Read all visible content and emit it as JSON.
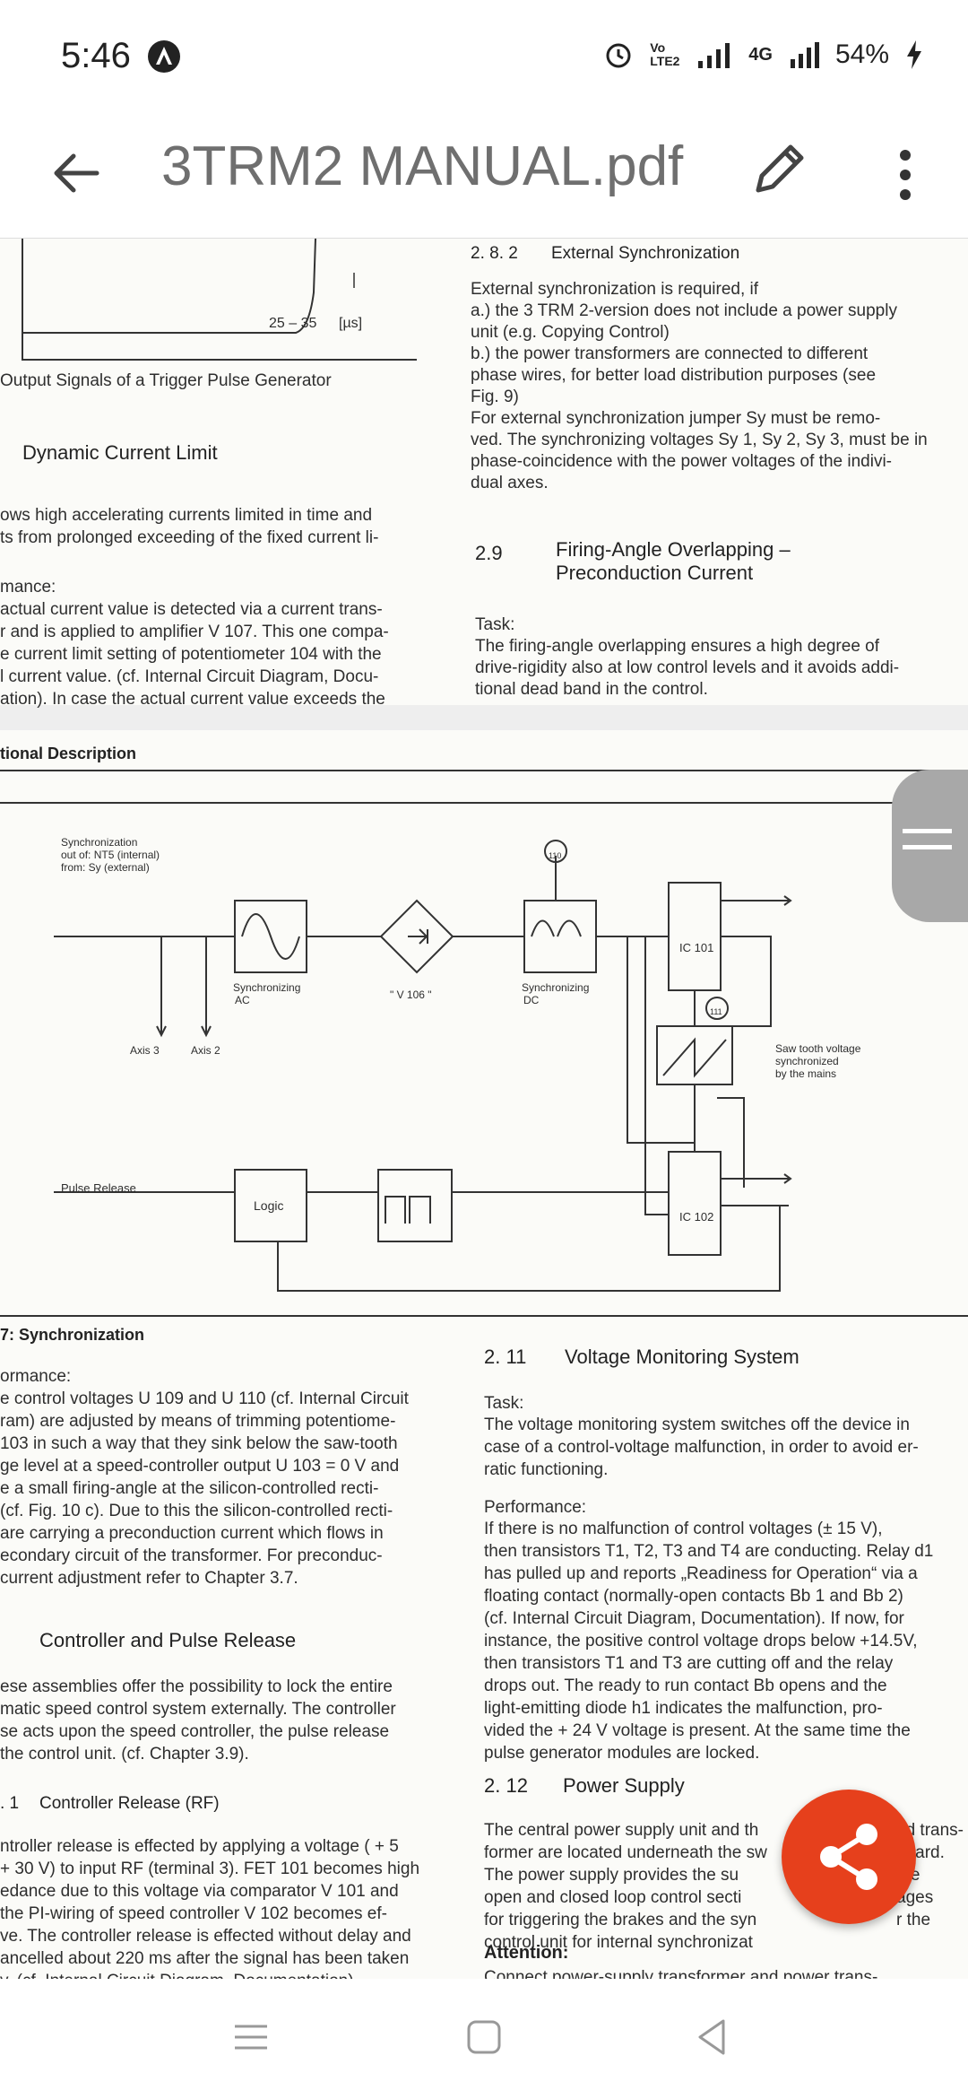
{
  "status_bar": {
    "time": "5:46",
    "signal_label": "Vo LTE2",
    "network": "4G",
    "battery": "54%"
  },
  "app_bar": {
    "title": "3TRM2 MANUAL.pdf",
    "back_icon": "arrow-left-icon",
    "edit_icon": "pencil-icon",
    "more_icon": "more-vert-icon"
  },
  "page1": {
    "left": {
      "time_label": "25 – 35",
      "time_unit": "[µs]",
      "caption": "Output Signals of a Trigger Pulse Generator",
      "heading": "Dynamic Current Limit",
      "lines": [
        "ows high accelerating currents limited in time and",
        "ts from prolonged exceeding of the fixed current li-",
        "",
        "mance:",
        "actual current value is detected via a current trans-",
        "r and is applied to amplifier V 107. This one compa-",
        "e current limit setting of potentiometer 104 with the",
        "l current value. (cf. Internal Circuit Diagram, Docu-",
        "ation). In case the actual current value exceeds the"
      ]
    },
    "right": {
      "sec_num": "2. 8. 2",
      "sec_title": "External Synchronization",
      "lines": [
        "External synchronization is required, if",
        "a.) the 3 TRM 2-version does not include a power supply",
        "    unit (e.g. Copying Control)",
        "b.) the power transformers are connected to different",
        "    phase wires, for better load distribution purposes (see",
        "    Fig. 9)",
        "  For external synchronization jumper Sy must be remo-",
        "ved. The synchronizing voltages Sy 1, Sy 2, Sy 3, must be in",
        "phase-coincidence with the power voltages of the indivi-",
        "dual axes."
      ],
      "sec2_num": "2.9",
      "sec2_title_1": "Firing-Angle Overlapping –",
      "sec2_title_2": "Preconduction Current",
      "task_label": "Task:",
      "task_lines": [
        "  The firing-angle overlapping ensures a high degree of",
        "drive-rigidity also at low control levels and it avoids addi-",
        "tional dead band in the control."
      ]
    }
  },
  "page2": {
    "header": "tional Description",
    "diagram": {
      "sync_label_1": "Synchronization",
      "sync_label_2": "out of: NT5 (internal)",
      "sync_label_3": "from: Sy (external)",
      "sync_ac": "Synchronizing",
      "sync_ac_2": "AC",
      "v106": "\" V 106 \"",
      "sync_dc": "Synchronizing",
      "sync_dc_2": "DC",
      "ic101": "IC 101",
      "ic102": "IC 102",
      "axis3": "Axis 3",
      "axis2": "Axis 2",
      "saw_1": "Saw tooth voltage",
      "saw_2": "synchronized",
      "saw_3": "by the mains",
      "pulse_release": "Pulse Release",
      "logic": "Logic",
      "node_110": "110",
      "node_111": "111"
    },
    "fig_caption": "7: Synchronization",
    "left_lines": [
      "ormance:",
      "e control voltages U 109 and U 110 (cf. Internal Circuit",
      "ram) are adjusted by means of trimming potentiome-",
      "103 in such a way that they sink below the saw-tooth",
      "ge level at a speed-controller output U 103 = 0 V and",
      "e a small firing-angle at the silicon-controlled recti-",
      "(cf. Fig. 10 c).  Due to this the silicon-controlled recti-",
      "are carrying a preconduction current which flows in",
      "econdary circuit of the transformer. For preconduc-",
      "current adjustment refer to Chapter 3.7."
    ],
    "left_heading": "Controller and Pulse Release",
    "left_lines2": [
      "ese assemblies offer the possibility to lock the entire",
      "matic speed control system externally. The controller",
      "se acts upon the speed controller, the pulse release",
      " the control unit. (cf. Chapter 3.9)."
    ],
    "left_sub_num": ". 1",
    "left_sub_heading": "Controller Release (RF)",
    "left_lines3": [
      "ntroller release is effected by applying a voltage ( + 5",
      "+ 30 V) to input RF (terminal 3). FET 101 becomes high",
      "edance due to this voltage via comparator V 101 and",
      "the PI-wiring of speed controller V 102 becomes ef-",
      "ve. The controller release is effected without delay and",
      "ancelled about 220 ms after the signal has been taken",
      "y. (cf. Internal Circuit Diagram. Documentation)."
    ],
    "right_num1": "2. 11",
    "right_head1": "Voltage Monitoring System",
    "task_label": "Task:",
    "right_task": [
      "  The voltage monitoring system switches off the device in",
      "case of a control-voltage malfunction, in order to avoid er-",
      "ratic functioning."
    ],
    "perf_label": "Performance:",
    "right_perf": [
      "  If there is no malfunction of control voltages (± 15 V),",
      "then transistors T1, T2, T3 and T4 are conducting. Relay d1",
      "has pulled up and reports „Readiness for Operation“ via a",
      "floating contact (normally-open contacts Bb 1 and Bb 2)",
      "(cf. Internal Circuit Diagram, Documentation). If now, for",
      "instance, the positive control voltage drops below +14.5V,",
      "then transistors T1 and T3 are cutting off and the relay",
      "drops out. The ready to run contact Bb opens and the",
      "light-emitting diode h1 indicates the malfunction, pro-",
      "vided the + 24 V voltage is present. At the same time the",
      "pulse generator modules are locked."
    ],
    "right_num2": "2. 12",
    "right_head2": "Power Supply",
    "right_ps": [
      "  The central power supply unit and th",
      "former are located underneath the sw",
      "The power supply provides the su",
      "open and closed loop control secti",
      "for triggering the brakes and the syn",
      "control unit for internal synchronizat"
    ],
    "right_ps_tail": [
      "ed trans-",
      "board.",
      "the",
      "ages",
      "r the",
      ""
    ],
    "attention": "Attention:",
    "attention_line": "  Connect power-supply transformer and power trans-"
  },
  "fab": {
    "icon": "share-icon"
  },
  "nav": {
    "recents": "recents-icon",
    "home": "home-icon",
    "back": "back-triangle-icon"
  },
  "colors": {
    "fab": "#e6401c",
    "title": "#6f6f6f"
  }
}
